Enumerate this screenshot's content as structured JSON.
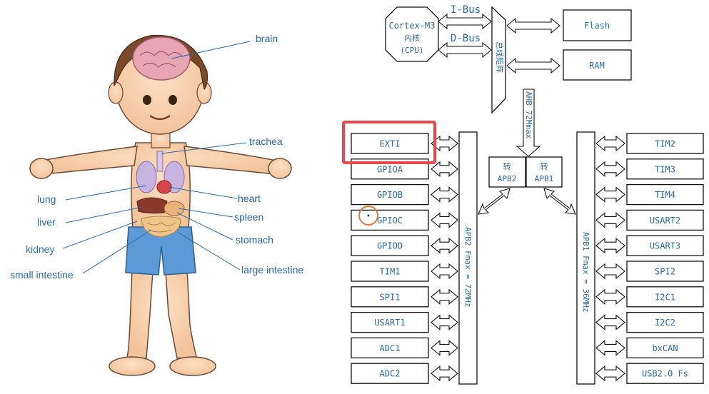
{
  "anatomy": {
    "labels": {
      "brain": "brain",
      "trachea": "trachea",
      "lung": "lung",
      "heart": "heart",
      "liver": "liver",
      "spleen": "spleen",
      "kidney": "kidney",
      "stomach": "stomach",
      "small_intestine": "small intestine",
      "large_intestine": "large intestine"
    }
  },
  "stm32": {
    "cpu": {
      "name": "Cortex-M3",
      "sub1": "内核",
      "sub2": "(CPU)"
    },
    "ibus": "I-Bus",
    "dbus": "D-Bus",
    "bus_matrix": "总线矩阵",
    "flash": "Flash",
    "ram": "RAM",
    "ahb": "AHB 72Mmax",
    "apb2_bridge": {
      "top": "转",
      "bottom": "APB2"
    },
    "apb1_bridge": {
      "top": "转",
      "bottom": "APB1"
    },
    "apb2_bus": "APB2 Fmax = 72MHz",
    "apb1_bus": "APB1 Fmax = 36MHz",
    "apb2_peripherals": [
      "EXTI",
      "GPIOA",
      "GPIOB",
      "GPIOC",
      "GPIOD",
      "TIM1",
      "SPI1",
      "USART1",
      "ADC1",
      "ADC2"
    ],
    "apb1_peripherals": [
      "TIM2",
      "TIM3",
      "TIM4",
      "USART2",
      "USART3",
      "SPI2",
      "I2C1",
      "I2C2",
      "bxCAN",
      "USB2.0 Fs"
    ],
    "highlight_color": "#e8474c",
    "cursor_color": "#e07a3a",
    "text_color": "#2a6aa6"
  }
}
